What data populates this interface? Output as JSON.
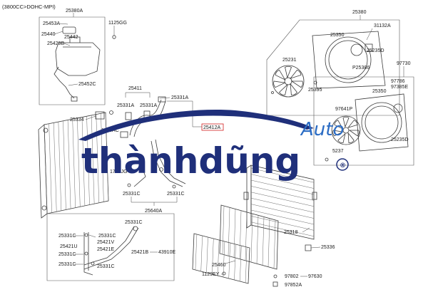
{
  "header": {
    "variant": "(3800CC>DOHC-MPI)"
  },
  "colors": {
    "watermark_blue": "#1f2f7a",
    "auto_blue": "#2b6cc4",
    "line": "#3a3a3a",
    "highlight_red": "#d21f1f"
  },
  "watermark": {
    "brand_main": "thànhdũng",
    "brand_sub": "Auto",
    "registered": "®"
  },
  "labels": {
    "p25380A": "25380A",
    "p1125GG": "1125GG",
    "p25453A": "25453A",
    "p25440": "25440",
    "p25442": "25442",
    "p25429B": "25429B",
    "p25452C": "25452C",
    "p25334": "25334",
    "p1125AC": "1125AC",
    "p25411": "25411",
    "p25331A_1": "25331A",
    "p25331A_2": "25331A",
    "p25331A_3": "25331A",
    "p25412A": "25412A",
    "p1799JG": "1799JG",
    "p25331C_1": "25331C",
    "p25331C_2": "25331C",
    "p25640A": "25640A",
    "p25380": "25380",
    "p31132A": "31132A",
    "p25350_1": "25350",
    "p25235D_1": "25235D",
    "p25231": "25231",
    "pP25386": "P25386",
    "p25395": "25395",
    "p97730": "97730",
    "p97786": "97786",
    "p97385E": "97385E",
    "p25350_2": "25350",
    "p97641P": "97641P",
    "p25235D_2": "25235D",
    "p25237": "5237",
    "p25318": "25318",
    "p25336": "25336",
    "p25460": "25460",
    "p1129EY": "1129EY",
    "p97802": "97802",
    "p97630": "97630",
    "p97852A": "97852A",
    "p25331C_3": "25331C",
    "p25331C_4": "25331C",
    "p25331C_5": "25331C",
    "p25421U": "25421U",
    "p25421V": "25421V",
    "p25421E": "25421E",
    "p25331C_6": "25331C",
    "p25421B": "25421B",
    "p43910E": "43910E",
    "p25331C_7": "25331C",
    "p25331C_8": "25331C"
  }
}
